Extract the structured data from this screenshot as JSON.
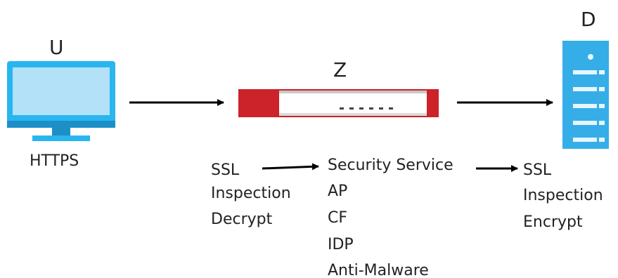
{
  "nodes": {
    "user": {
      "letter": "U",
      "caption": "HTTPS",
      "icon": "monitor-icon"
    },
    "zywall": {
      "letter": "Z",
      "icon": "firewall-appliance-icon"
    },
    "destination": {
      "letter": "D",
      "icon": "server-icon"
    }
  },
  "steps": {
    "decrypt": [
      "SSL",
      "Inspection",
      "Decrypt"
    ],
    "services": [
      "Security Service",
      "AP",
      "CF",
      "IDP",
      "Anti-Malware"
    ],
    "encrypt": [
      "SSL",
      "Inspection",
      "Encrypt"
    ]
  },
  "colors": {
    "monitor": "#29b6f0",
    "monitor_screen": "#b3e1f8",
    "firewall_red": "#cc2229",
    "firewall_body": "#ffffff",
    "server": "#35aee8",
    "arrow": "#000000",
    "text": "#222222"
  }
}
